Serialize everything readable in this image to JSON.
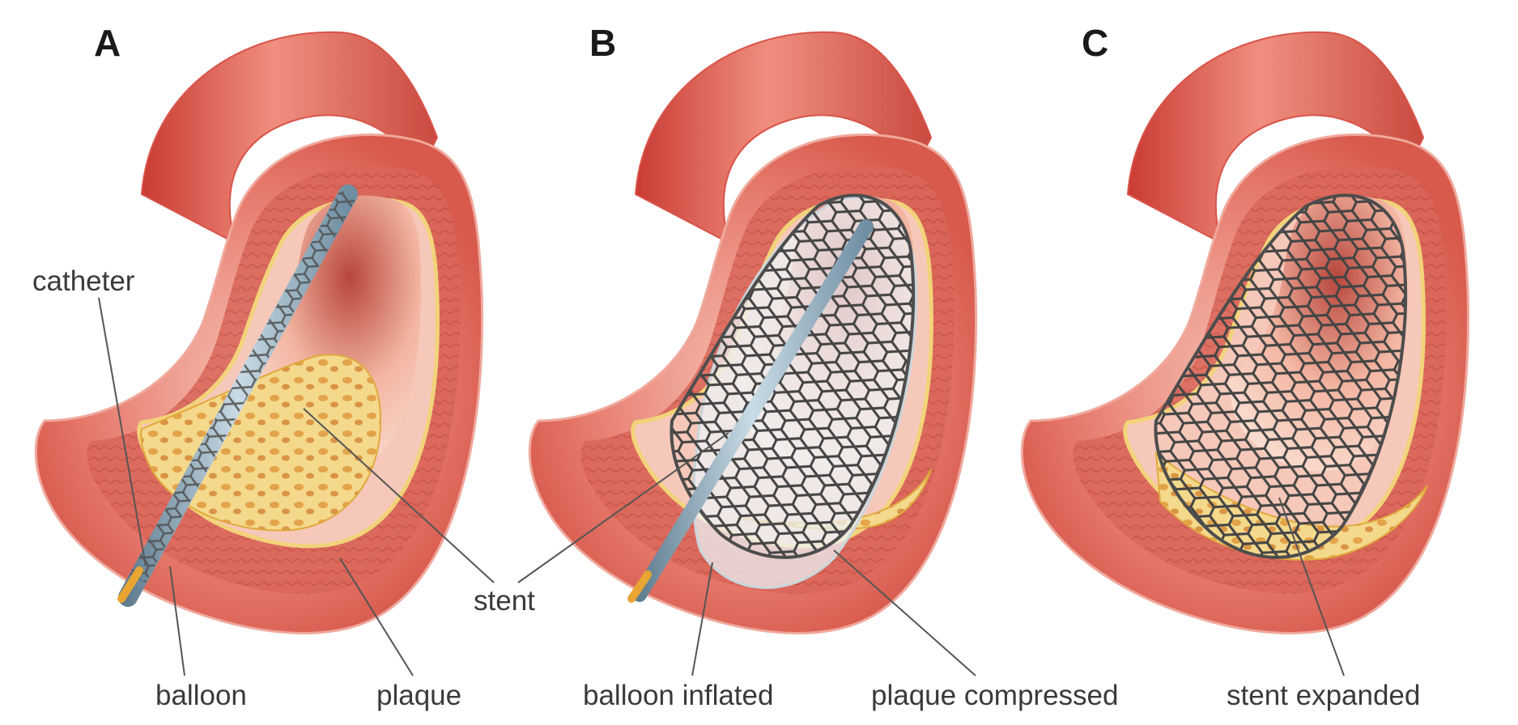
{
  "panels": [
    {
      "letter": "A",
      "labels": {
        "catheter": "catheter",
        "balloon": "balloon",
        "plaque": "plaque"
      }
    },
    {
      "letter": "B",
      "labels": {
        "balloon_inflated": "balloon inflated",
        "plaque_compressed": "plaque compressed"
      }
    },
    {
      "letter": "C",
      "labels": {
        "stent_expanded": "stent expanded"
      }
    }
  ],
  "shared_labels": {
    "stent": "stent"
  },
  "colors": {
    "artery_outer": "#d9544a",
    "artery_outer_light": "#f0a89c",
    "vessel_wall": "#e8a294",
    "wall_inner": "#f6c8b9",
    "plaque": "#f2d37a",
    "plaque_dark": "#e0a93c",
    "lumen": "#f7d3c4",
    "stent": "#4d4d4d",
    "catheter": "#8aa4b5",
    "catheter_tip": "#e8a531",
    "leader_line": "#555555"
  }
}
